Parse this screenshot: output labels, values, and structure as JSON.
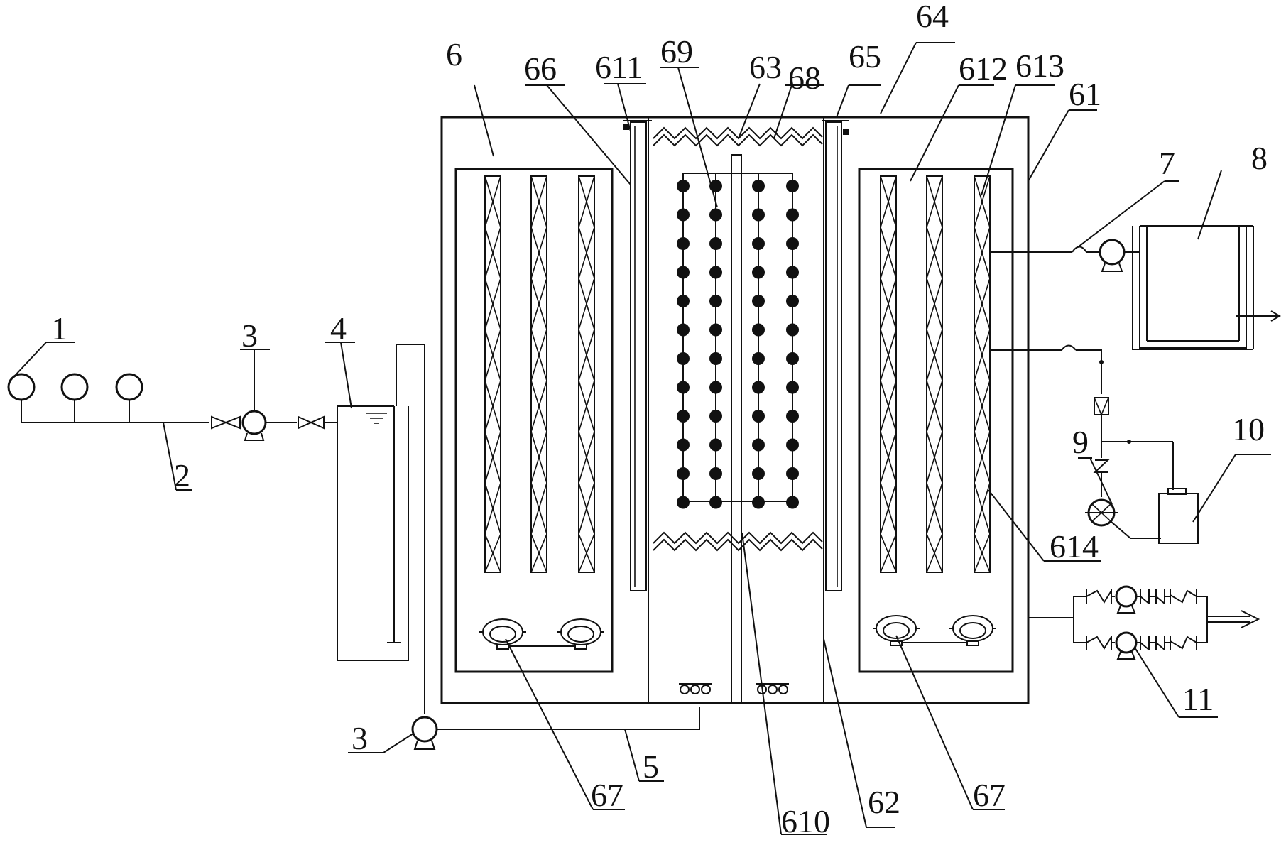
{
  "labels": {
    "l1": "1",
    "l2": "2",
    "l3a": "3",
    "l3b": "3",
    "l4": "4",
    "l5": "5",
    "l6": "6",
    "l7": "7",
    "l8": "8",
    "l9": "9",
    "l10": "10",
    "l11": "11",
    "l61": "61",
    "l62": "62",
    "l63": "63",
    "l64": "64",
    "l65": "65",
    "l66": "66",
    "l67a": "67",
    "l67b": "67",
    "l68": "68",
    "l69": "69",
    "l610": "610",
    "l611": "611",
    "l612": "612",
    "l613": "613",
    "l614": "614"
  }
}
